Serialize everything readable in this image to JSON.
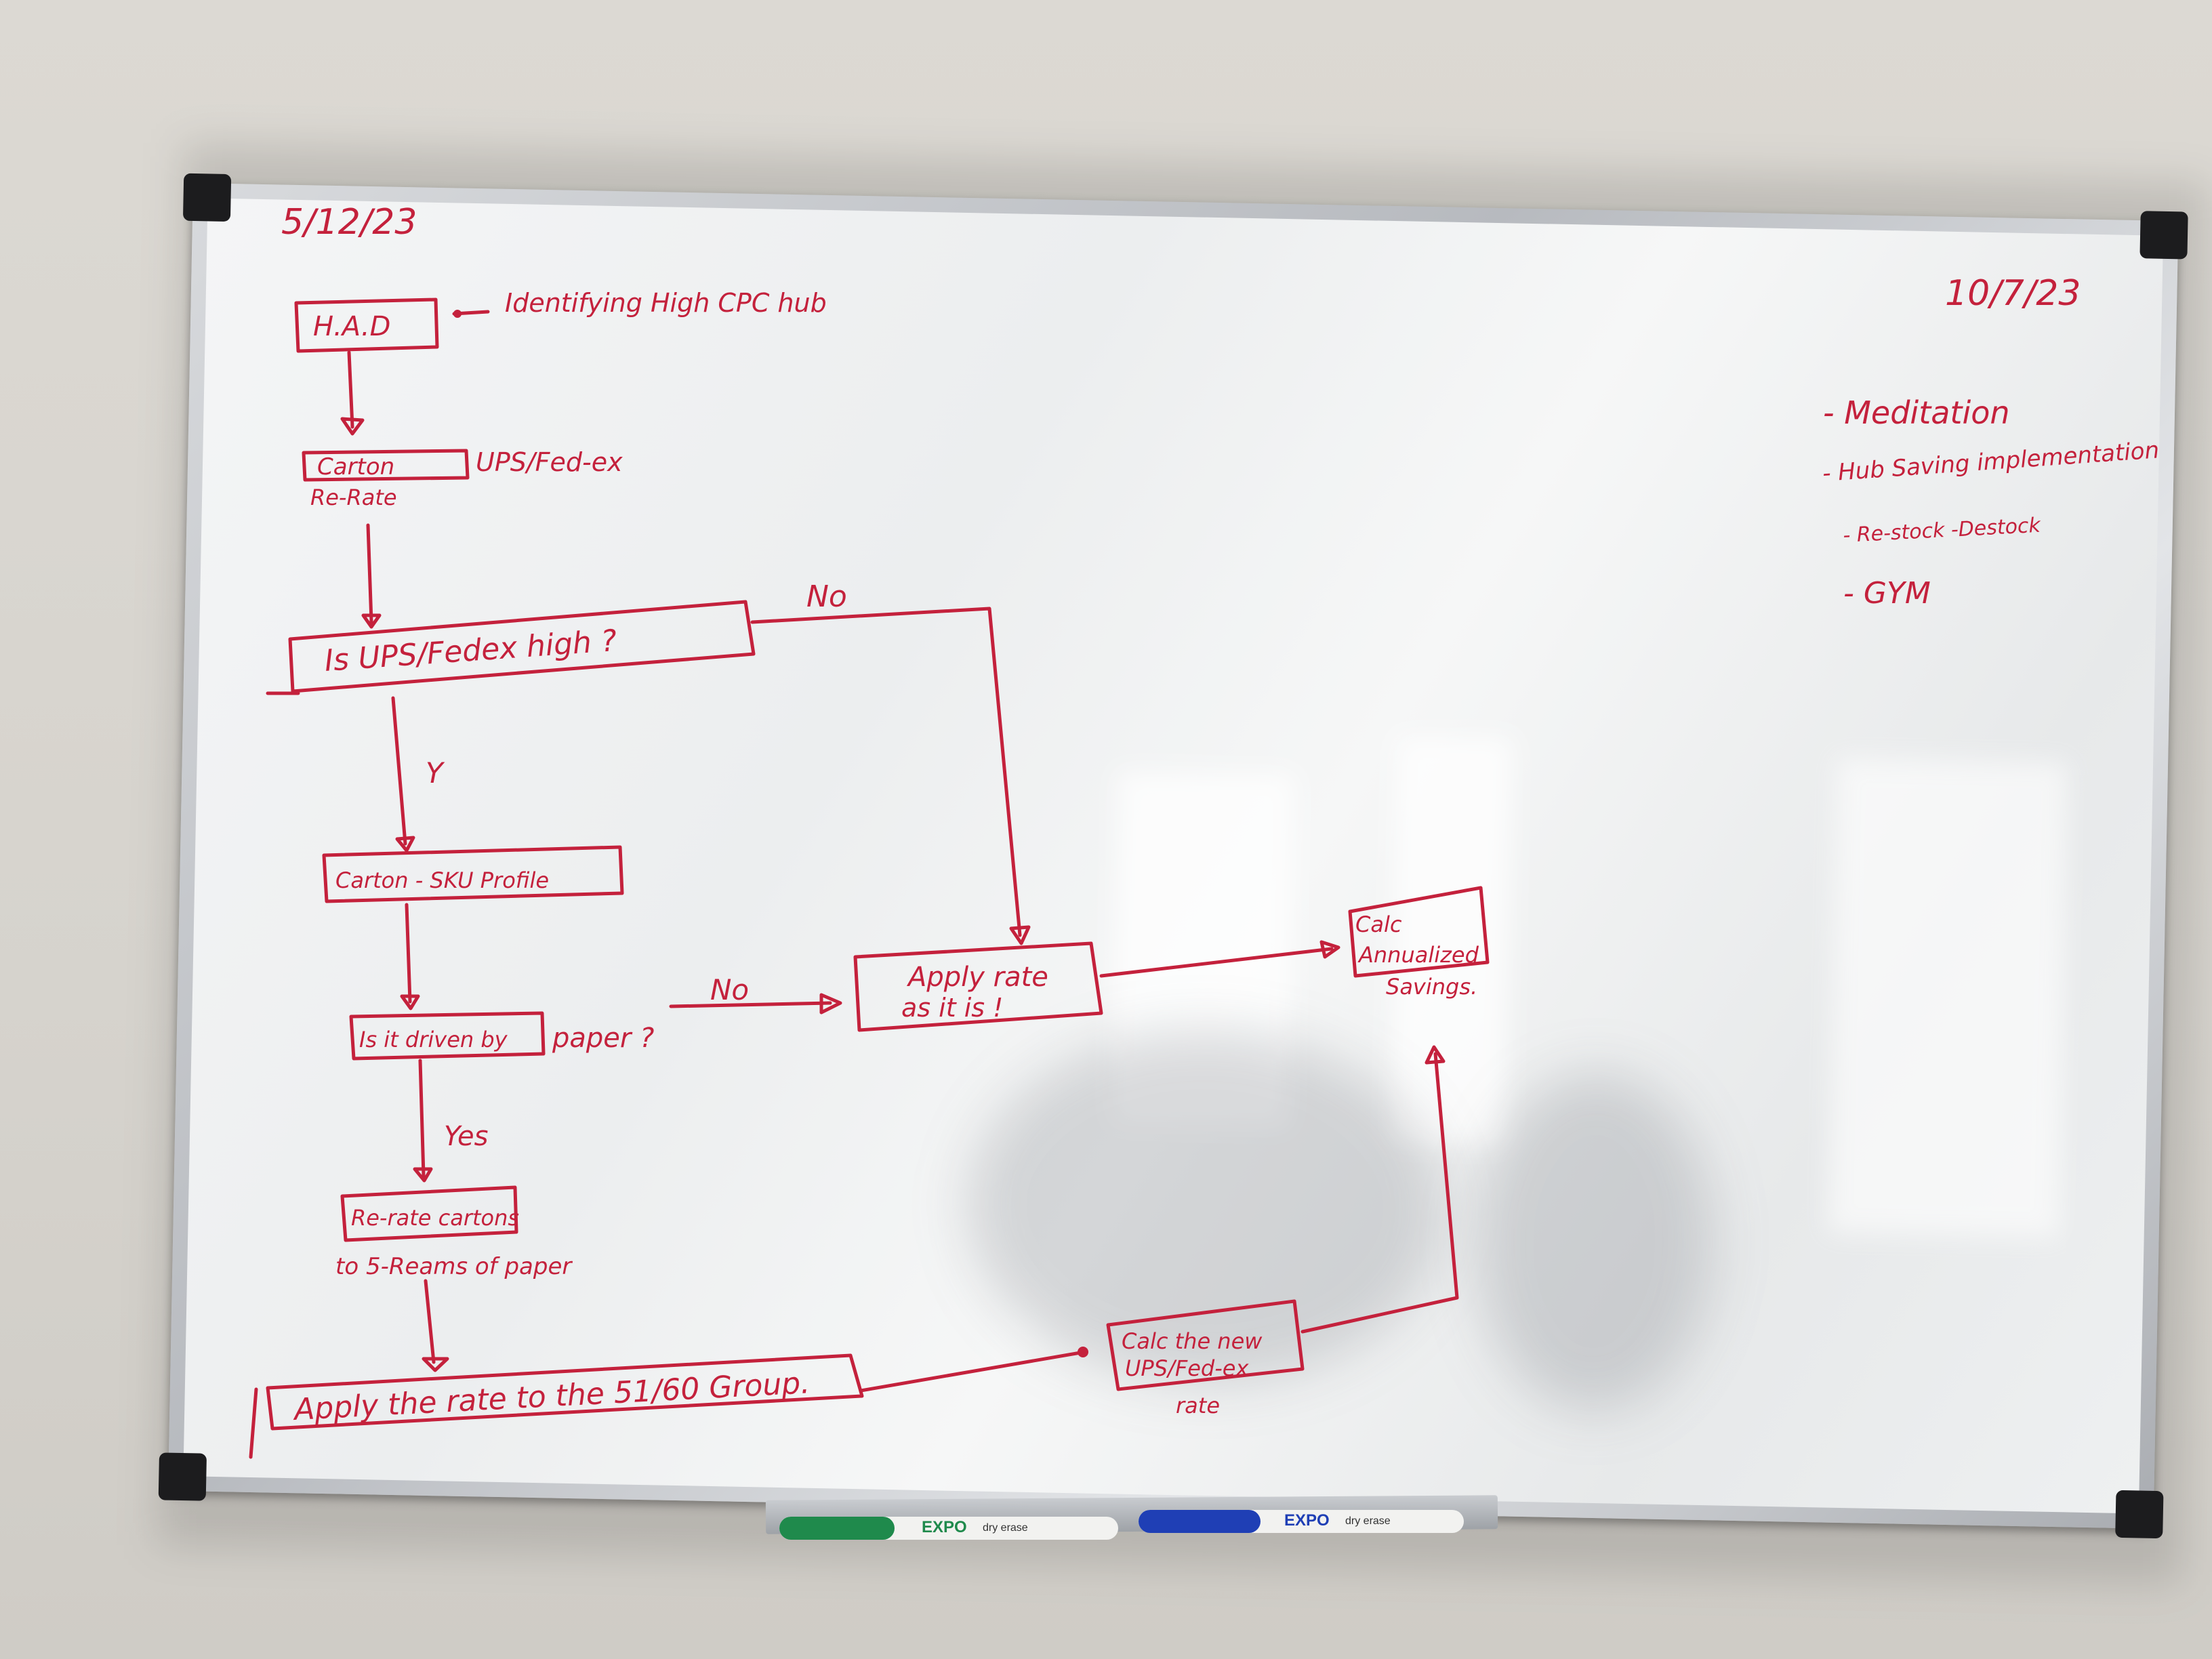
{
  "board": {
    "date_left": "5/12/23",
    "date_right": "10/7/23",
    "ink_color": "#c4213c",
    "frame_color": "#b7babf",
    "corner_color": "#1c1c1e"
  },
  "flowchart": {
    "had": "H.A.D",
    "had_note": "Identifying High CPC hub",
    "carton": "Carton",
    "rerate": "Re-Rate",
    "ups_fedex": "UPS/Fed-ex",
    "decision_high": "Is UPS/Fedex high ?",
    "no_1": "No",
    "yes_1": "Y",
    "sku_profile": "Carton - SKU Profile",
    "decision_paper_box": "Is it driven by",
    "decision_paper_tail": "paper ?",
    "no_2": "No",
    "apply_rate_1": "Apply rate",
    "apply_rate_2": "as it is !",
    "yes_2": "Yes",
    "rerate_cartons": "Re-rate cartons",
    "to_reams": "to 5-Reams of paper",
    "apply_group": "Apply the rate to the 51/60 Group.",
    "calc_1": "Calc the new",
    "calc_2": "UPS/Fed-ex",
    "calc_3": "rate",
    "annual_1": "Calc",
    "annual_2": "Annualized",
    "annual_3": "Savings."
  },
  "todo": [
    "- Meditation",
    "- Hub Saving implementation",
    "- Re-stock -Destock",
    "- GYM"
  ],
  "markers": [
    {
      "brand": "EXPO",
      "sub": "dry erase",
      "color": "#1f8a4c"
    },
    {
      "brand": "EXPO",
      "sub": "dry erase",
      "color": "#1f3fb5"
    }
  ]
}
